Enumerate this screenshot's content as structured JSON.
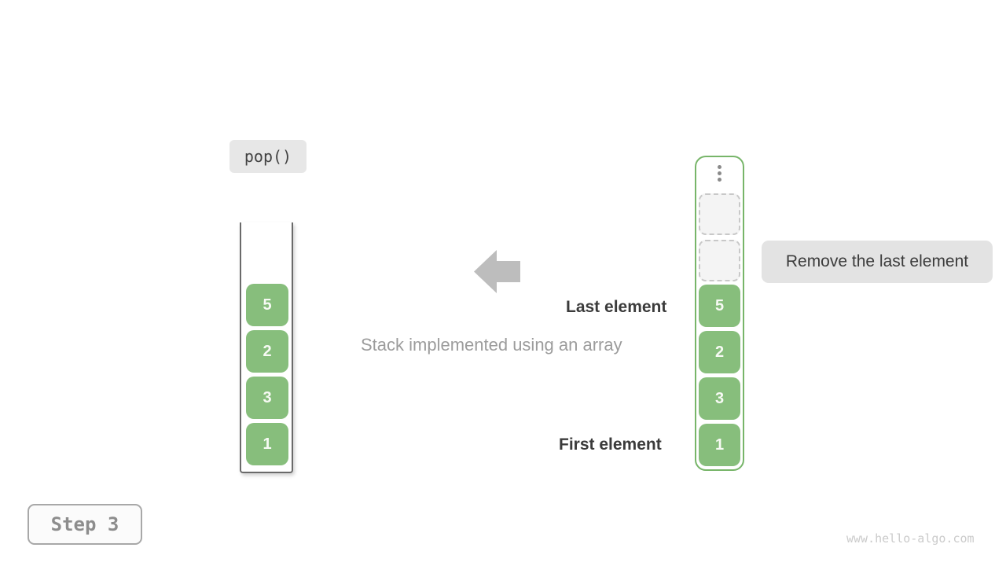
{
  "badges": {
    "operation": "pop()",
    "annotation": "Remove the last element",
    "step": "Step 3"
  },
  "labels": {
    "last_element": "Last element",
    "first_element": "First element",
    "caption": "Stack implemented using an array",
    "watermark": "www.hello-algo.com"
  },
  "stack": {
    "values_top_to_bottom": [
      "5",
      "2",
      "3",
      "1"
    ]
  },
  "array": {
    "empty_slot_count": 2,
    "values_top_to_bottom": [
      "5",
      "2",
      "3",
      "1"
    ],
    "ellipsis_icon": "vertical-dots"
  },
  "colors": {
    "cell_green": "#87be7c",
    "cell_text": "#f7faf4",
    "array_border_green": "#77b569",
    "badge_gray": "#e7e7e7",
    "annotation_gray": "#e3e3e3",
    "arrow_gray": "#bdbdbd",
    "strong_text": "#3b3b3b",
    "caption_text": "#9c9c9c",
    "step_text": "#8d8d8d",
    "watermark_text": "#cbcbcb",
    "slot_fill": "#f4f4f4",
    "slot_border": "#c8c8c8",
    "stack_border": "#6a6a6a"
  }
}
